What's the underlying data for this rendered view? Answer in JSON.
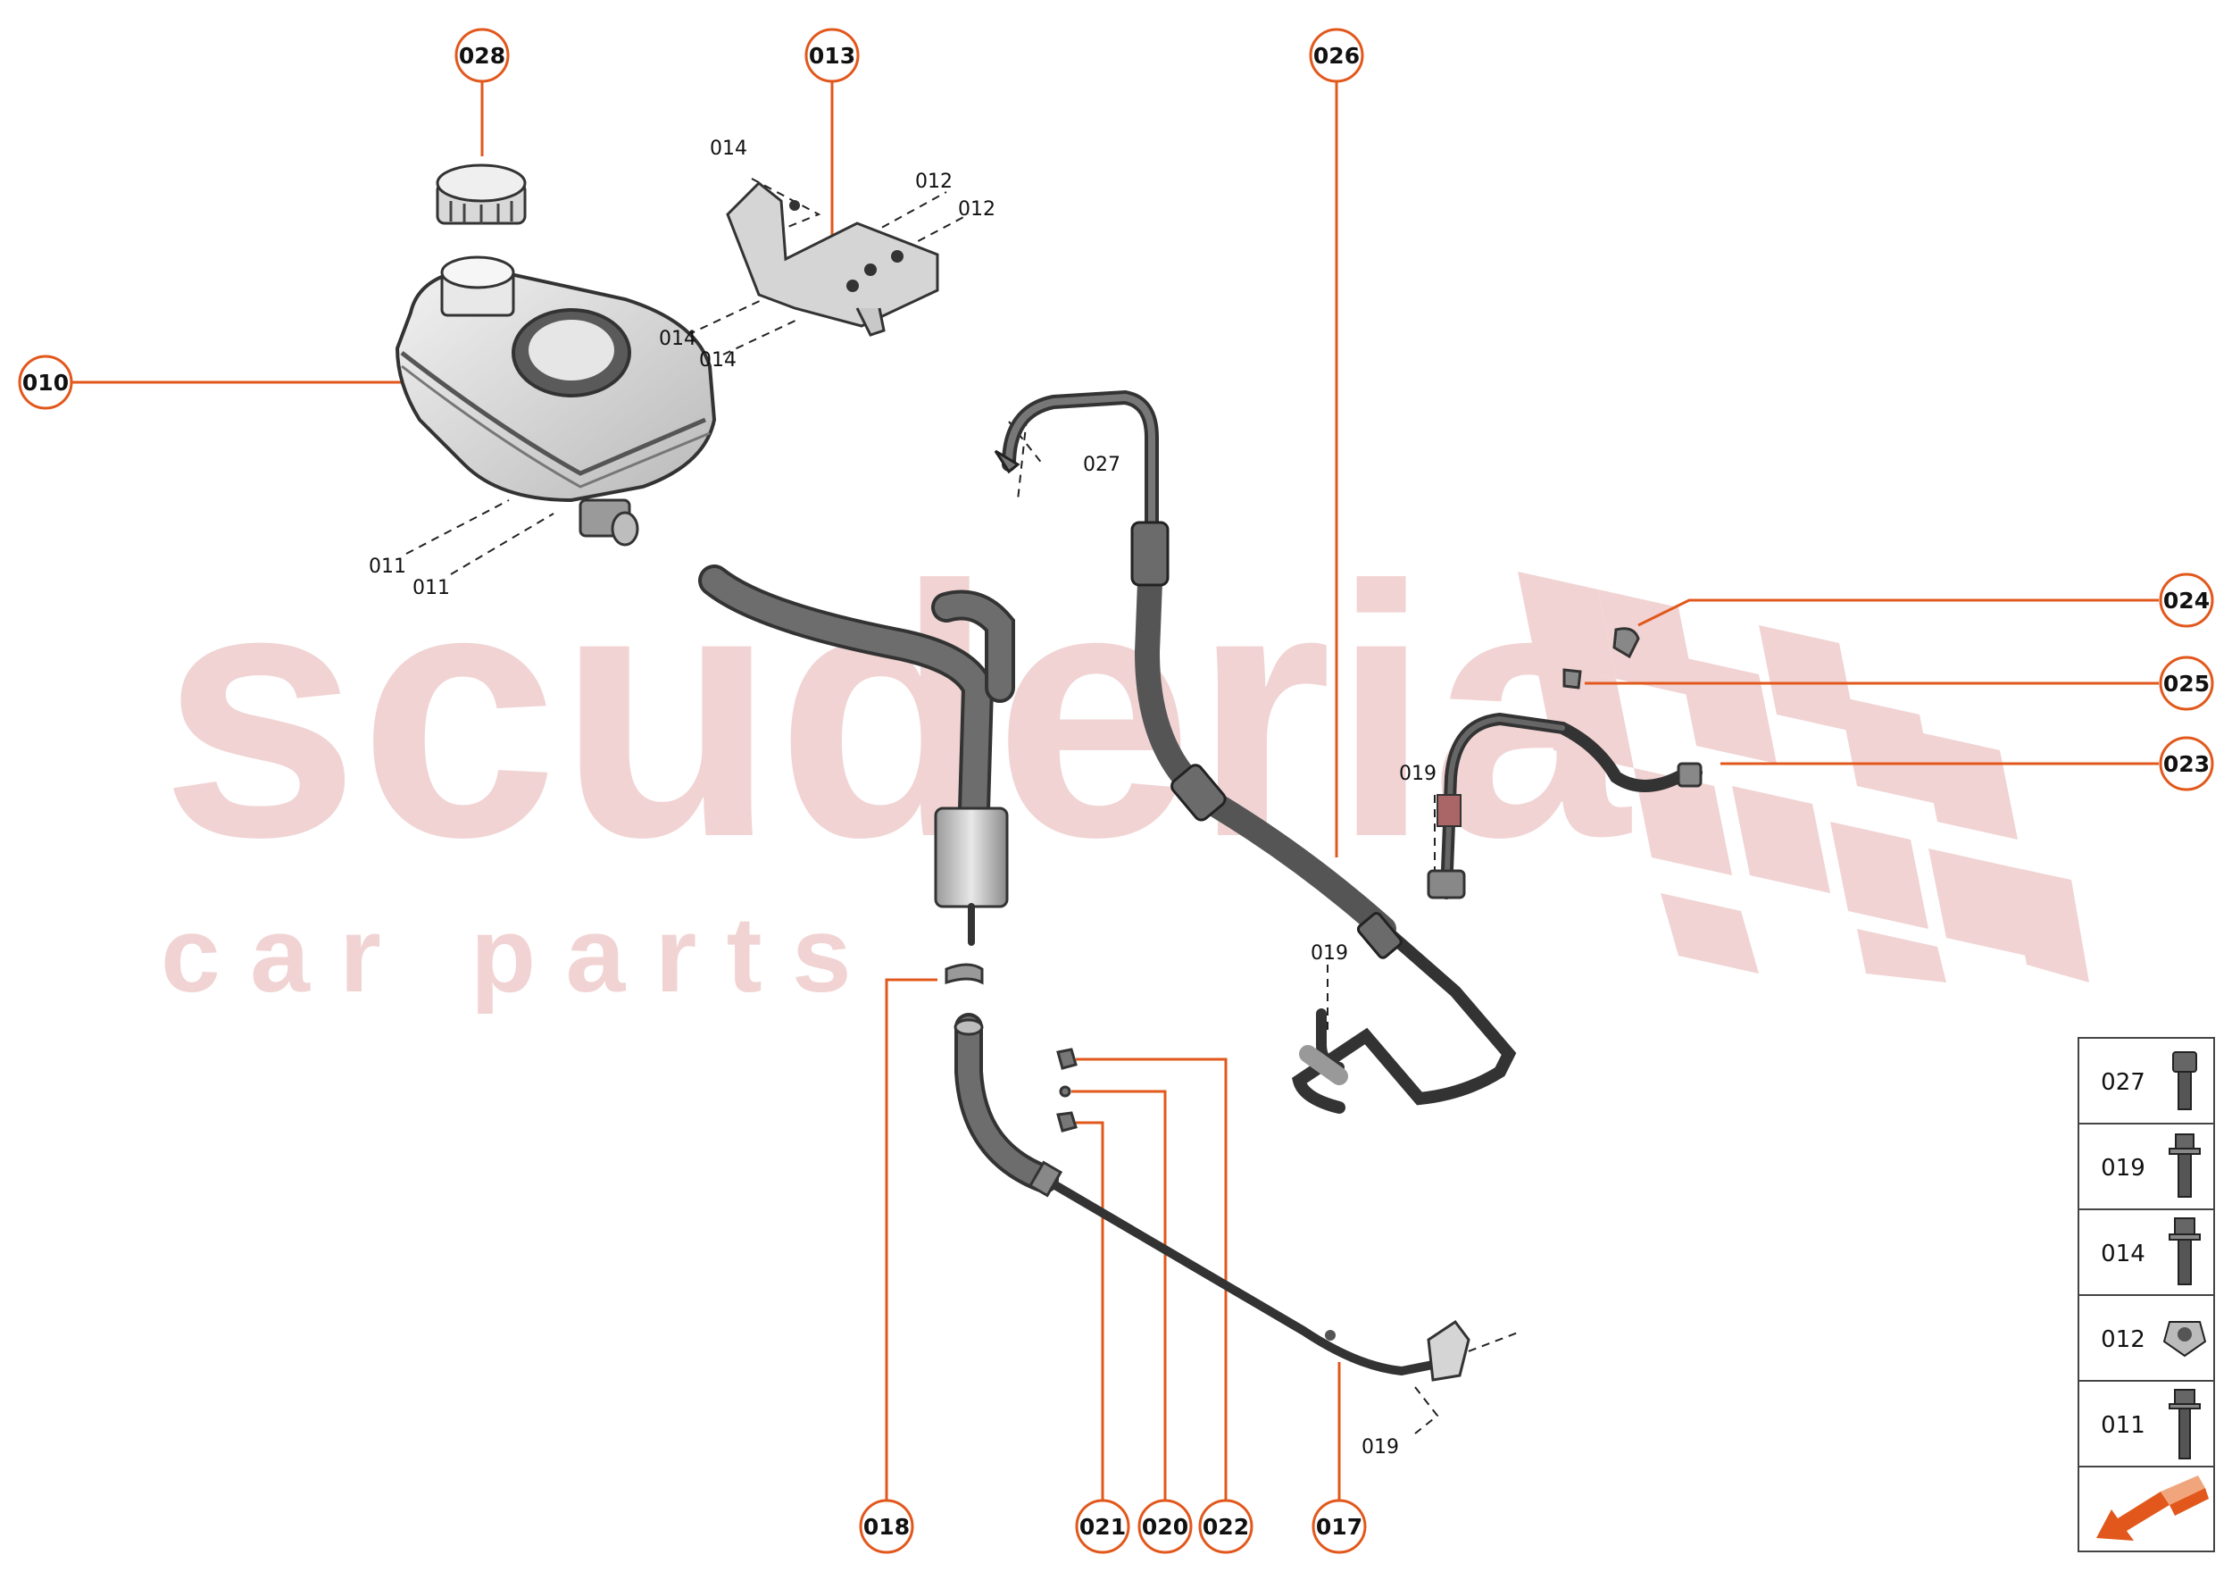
{
  "watermark": {
    "main": "scuderia",
    "sub": "c a r   p a r t s"
  },
  "callouts": {
    "c028": "028",
    "c013": "013",
    "c026": "026",
    "c010": "010",
    "c024": "024",
    "c025": "025",
    "c023": "023",
    "c018": "018",
    "c021": "021",
    "c020": "020",
    "c022": "022",
    "c017": "017"
  },
  "labels": {
    "l014a": "014",
    "l012a": "012",
    "l012b": "012",
    "l014b": "014",
    "l014c": "014",
    "l027": "027",
    "l011a": "011",
    "l011b": "011",
    "l019a": "019",
    "l019b": "019",
    "l019c": "019"
  },
  "legend": [
    "027",
    "019",
    "014",
    "012",
    "011"
  ],
  "colors": {
    "accent": "#e2581c",
    "watermark": "#f1d3d3",
    "part": "#4a4a4a"
  }
}
